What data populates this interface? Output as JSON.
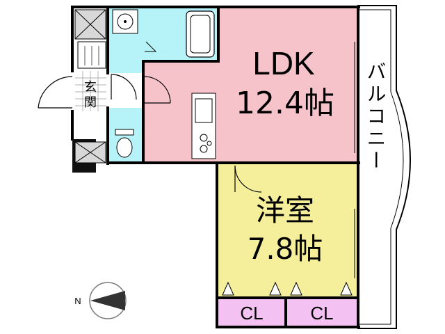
{
  "rooms": {
    "ldk": {
      "name": "LDK",
      "size": "12.4帖",
      "fill": "#f6c3cb"
    },
    "western": {
      "name": "洋室",
      "size": "7.8帖",
      "fill": "#f5ef9c"
    },
    "closet_1": {
      "name": "CL",
      "fill": "#f4c2f2"
    },
    "closet_2": {
      "name": "CL",
      "fill": "#f4c2f2"
    },
    "entrance": {
      "name_line1": "玄",
      "name_line2": "関"
    },
    "balcony": {
      "name": "バルコニー"
    }
  },
  "wet_area_color": "#b6f3f8",
  "compass": {
    "label": "N"
  }
}
